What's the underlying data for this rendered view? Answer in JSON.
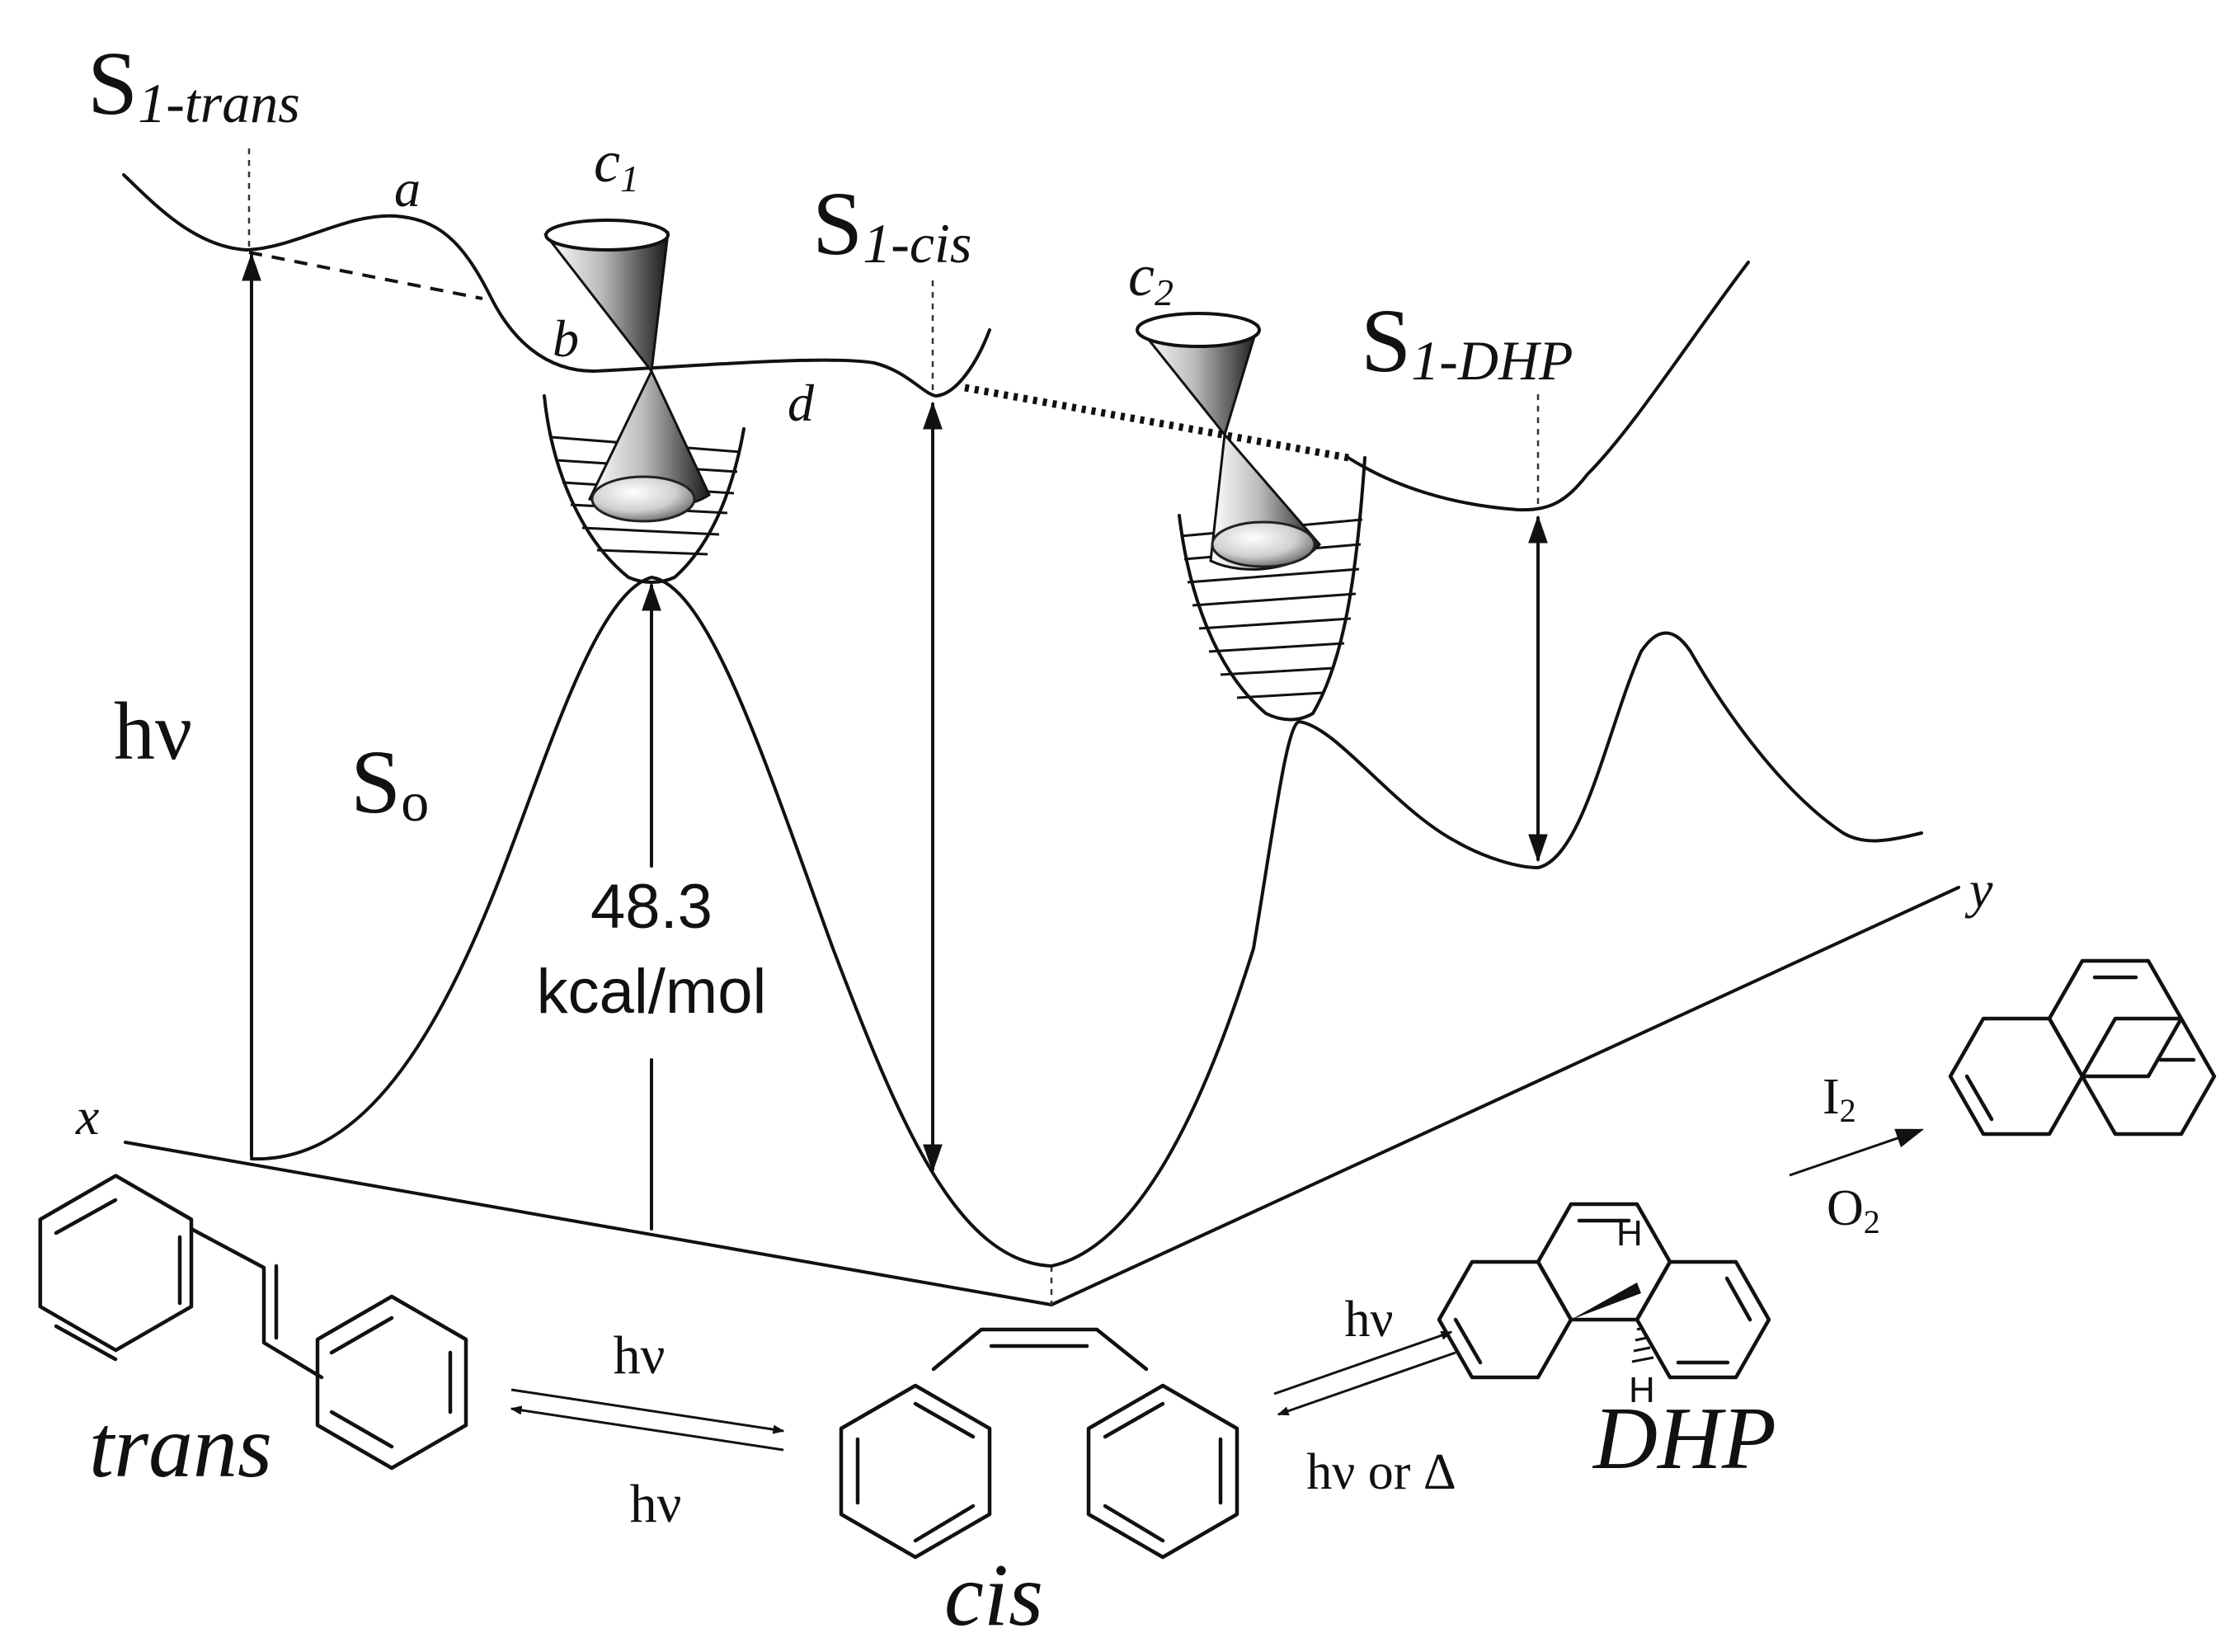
{
  "states": {
    "s1_trans": {
      "main": "S",
      "sub": "1-trans"
    },
    "s1_cis": {
      "main": "S",
      "sub": "1-cis"
    },
    "s1_dhp": {
      "main": "S",
      "sub": "1-DHP"
    },
    "s0": {
      "main": "S",
      "sub": "o"
    }
  },
  "points": {
    "a": "a",
    "b": "b",
    "d": "d"
  },
  "cones": {
    "c1": {
      "main": "c",
      "sub": "1"
    },
    "c2": {
      "main": "c",
      "sub": "2"
    }
  },
  "axes": {
    "x": "x",
    "y": "y"
  },
  "excitation_label": "hν",
  "barrier": {
    "value": "48.3",
    "unit": "kcal/mol"
  },
  "molecules": {
    "trans": "trans",
    "cis": "cis",
    "dhp": "DHP"
  },
  "arrows": {
    "trans_cis_forward": "hν",
    "trans_cis_reverse": "hν",
    "cis_dhp_forward": "hν",
    "cis_dhp_reverse": "hν or Δ",
    "oxidant_top": {
      "main": "I",
      "sub": "2"
    },
    "oxidant_bottom": {
      "main": "O",
      "sub": "2"
    },
    "hydrogen": "H"
  }
}
